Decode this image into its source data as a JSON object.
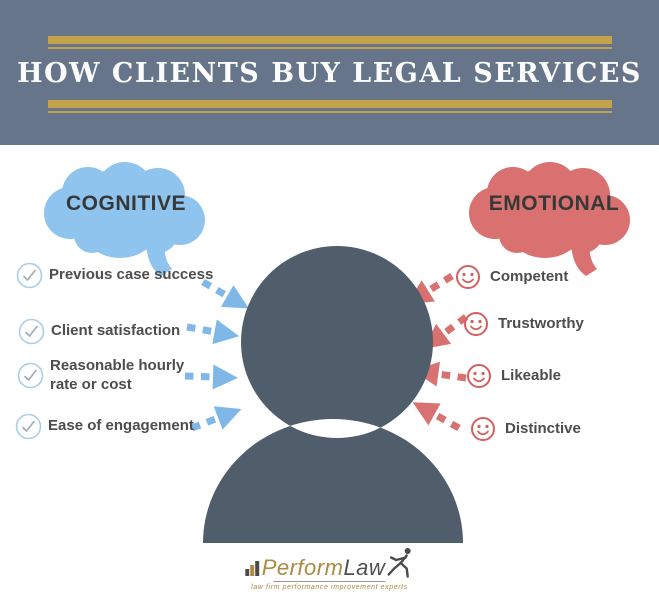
{
  "header": {
    "title": "HOW CLIENTS BUY LEGAL SERVICES"
  },
  "cognitive": {
    "label": "COGNITIVE",
    "items": [
      "Previous case success",
      "Client satisfaction",
      "Reasonable hourly rate or cost",
      "Ease of engagement"
    ]
  },
  "emotional": {
    "label": "EMOTIONAL",
    "items": [
      "Competent",
      "Trustworthy",
      "Likeable",
      "Distinctive"
    ]
  },
  "logo": {
    "brand_gold": "Perform",
    "brand_dark": "Law",
    "tagline": "law firm performance improvement experts"
  },
  "colors": {
    "header_bg": "#66758a",
    "gold": "#c2a24b",
    "cognitive_blue": "#8ec4ed",
    "arrow_blue": "#7fb8e8",
    "emotional_red": "#d8716f",
    "icon_red": "#d4605e",
    "person": "#505e6c",
    "item_text": "#4d4d4d",
    "logo_gold": "#ab8b41"
  }
}
